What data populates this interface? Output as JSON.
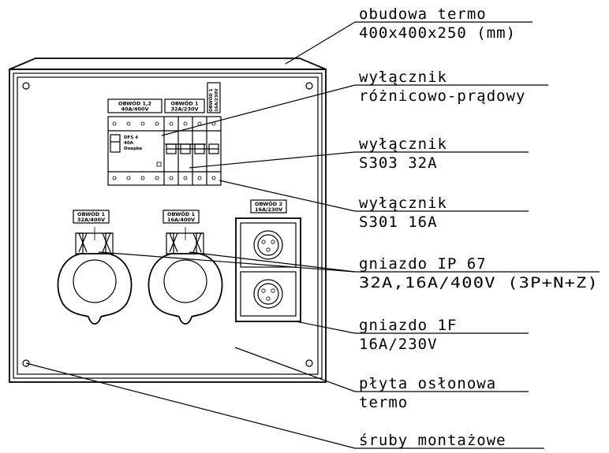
{
  "callouts": {
    "housing": {
      "line1": "obudowa termo",
      "line2": "400x400x250 (mm)"
    },
    "rcd": {
      "line1": "wyłącznik",
      "line2": "różnicowo-prądowy"
    },
    "s303": {
      "line1": "wyłącznik",
      "line2": "S303 32A"
    },
    "s301": {
      "line1": "wyłącznik",
      "line2": "S301 16A"
    },
    "ip67": {
      "line1": "gniazdo IP 67",
      "line2": "32A,16A/400V (3P+N+Z)"
    },
    "socket1f": {
      "line1": "gniazdo 1F",
      "line2": "16A/230V"
    },
    "cover": {
      "line1": "płyta osłonowa",
      "line2": "termo"
    },
    "screws": {
      "line1": "śruby montażowe"
    }
  },
  "labels": {
    "circuit12": {
      "line1": "OBWÓD 1,2",
      "line2": "40A/400V"
    },
    "circuit1_32": {
      "line1": "OBWÓD 1",
      "line2": "32A/230V"
    },
    "circuit1_16v": {
      "line1": "OBWÓD 1",
      "line2": "16A/230V"
    },
    "rcd_device": {
      "line1": "DFS 4",
      "line2": "40A",
      "line3": "Doepke"
    },
    "socket_left": {
      "line1": "OBWÓD 1",
      "line2": "32A/400V"
    },
    "socket_mid": {
      "line1": "OBWÓD 1",
      "line2": "16A/400V"
    },
    "socket_right": {
      "line1": "OBWÓD 2",
      "line2": "16A/230V"
    }
  }
}
